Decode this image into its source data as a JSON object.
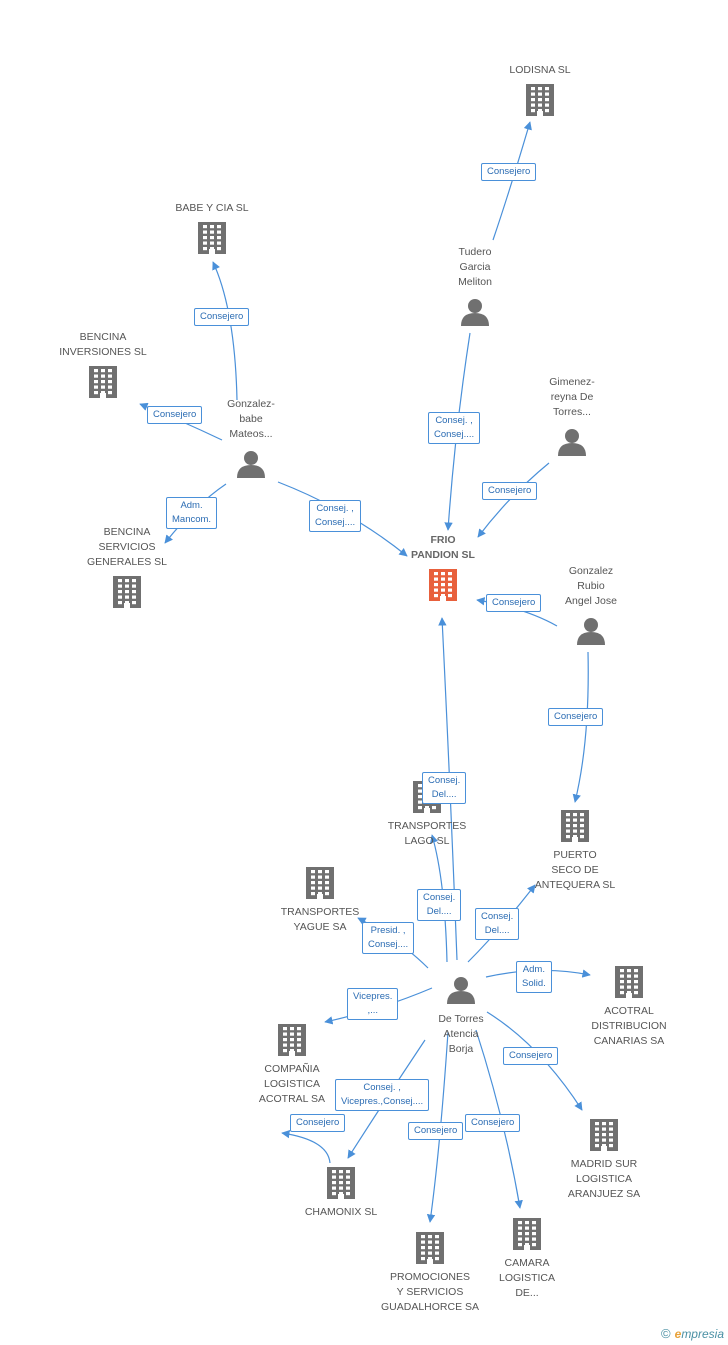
{
  "colors": {
    "edge": "#4a90d9",
    "company": "#707070",
    "focus": "#e8603c",
    "person": "#707070"
  },
  "nodes": {
    "frio": {
      "label": "FRIO\nPANDION SL",
      "type": "focus"
    },
    "lodisna": {
      "label": "LODISNA SL",
      "type": "company"
    },
    "babe": {
      "label": "BABE Y CIA SL",
      "type": "company"
    },
    "bencina_inv": {
      "label": "BENCINA\nINVERSIONES SL",
      "type": "company"
    },
    "bencina_ser": {
      "label": "BENCINA\nSERVICIOS\nGENERALES SL",
      "type": "company"
    },
    "tudero": {
      "label": "Tudero\nGarcia\nMeliton",
      "type": "person"
    },
    "gonzalez_b": {
      "label": "Gonzalez-\nbabe\nMateos...",
      "type": "person"
    },
    "gimenez": {
      "label": "Gimenez-\nreyna De\nTorres...",
      "type": "person"
    },
    "gonzalez_r": {
      "label": "Gonzalez\nRubio\nAngel Jose",
      "type": "person"
    },
    "transp_lago": {
      "label": "TRANSPORTES\nLAGO SL",
      "type": "company"
    },
    "puerto": {
      "label": "PUERTO\nSECO DE\nANTEQUERA SL",
      "type": "company"
    },
    "transp_yag": {
      "label": "TRANSPORTES\nYAGUE SA",
      "type": "company"
    },
    "detorres": {
      "label": "De Torres\nAtencia\nBorja",
      "type": "person"
    },
    "acotral_dist": {
      "label": "ACOTRAL\nDISTRIBUCION\nCANARIAS SA",
      "type": "company"
    },
    "compania": {
      "label": "COMPAÑIA\nLOGISTICA\nACOTRAL SA",
      "type": "company"
    },
    "madrid": {
      "label": "MADRID SUR\nLOGISTICA\nARANJUEZ SA",
      "type": "company"
    },
    "chamonix": {
      "label": "CHAMONIX SL",
      "type": "company"
    },
    "promociones": {
      "label": "PROMOCIONES\nY SERVICIOS\nGUADALHORCE SA",
      "type": "company"
    },
    "camara": {
      "label": "CAMARA\nLOGISTICA\nDE...",
      "type": "company"
    }
  },
  "edges": [
    {
      "label": "Consejero"
    },
    {
      "label": "Consejero"
    },
    {
      "label": "Consejero"
    },
    {
      "label": "Adm.\nMancom."
    },
    {
      "label": "Consej. ,\nConsej...."
    },
    {
      "label": "Consej. ,\nConsej...."
    },
    {
      "label": "Consejero"
    },
    {
      "label": "Consejero"
    },
    {
      "label": "Consejero"
    },
    {
      "label": "Consej.\nDel...."
    },
    {
      "label": "Consej.\nDel...."
    },
    {
      "label": "Consej.\nDel...."
    },
    {
      "label": "Presid. ,\nConsej...."
    },
    {
      "label": "Adm.\nSolid."
    },
    {
      "label": "Vicepres.\n,..."
    },
    {
      "label": "Consejero"
    },
    {
      "label": "Consej. ,\nVicepres.,Consej...."
    },
    {
      "label": "Consejero"
    },
    {
      "label": "Consejero"
    },
    {
      "label": "Consejero"
    }
  ],
  "footer": {
    "copyright": "©",
    "brand_e": "e",
    "brand_rest": "mpresia"
  }
}
